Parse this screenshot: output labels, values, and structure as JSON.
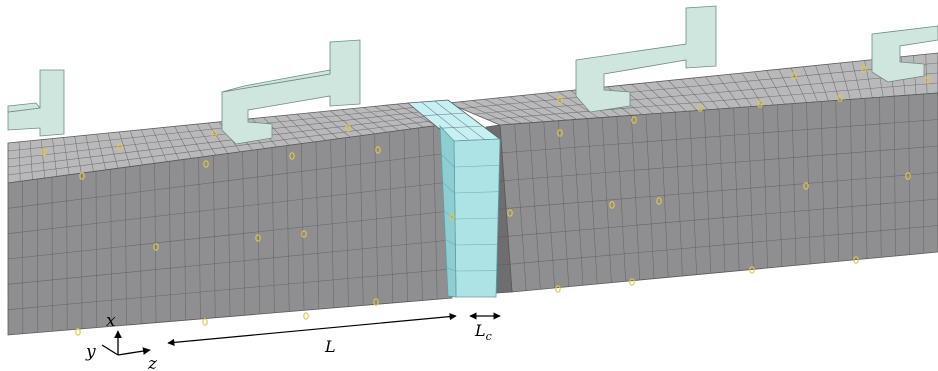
{
  "figure": {
    "labels": {
      "axis_x": "x",
      "axis_y": "y",
      "axis_z": "z",
      "length": "L",
      "gap_length_main": "L",
      "gap_length_sub": "c"
    },
    "colors": {
      "background": "#ffffff",
      "beam_front": "#8f8f91",
      "beam_top": "#b9b9bb",
      "beam_end": "#6e6e70",
      "mesh_line": "#5a5a5c",
      "gap_element": "#aee3e6",
      "gap_element_side": "#8ecdd2",
      "gap_element_top": "#c6f0f2",
      "hook": "#cfe6de",
      "hook_side": "#b5d2c8",
      "hook_top": "#e2f2ec",
      "node_marker": "#e3c64b",
      "text": "#000000"
    },
    "icons": [
      "axis-triad-icon",
      "double-arrow-icon",
      "node-marker-icon"
    ]
  }
}
